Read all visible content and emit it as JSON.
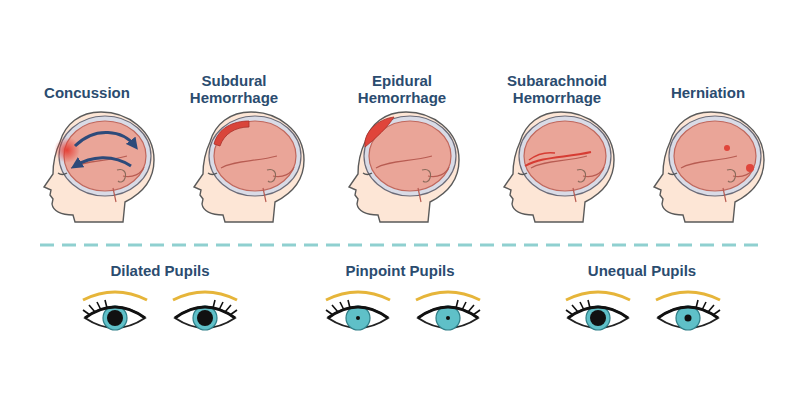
{
  "diagram": {
    "labels": [
      "Concussion",
      "Subdural Hemorrhage",
      "Epidural Hemorrhage",
      "Subarachnoid Hemorrhage",
      "Herniation",
      "Dilated Pupils",
      "Pinpoint Pupils",
      "Unequal Pupils"
    ]
  }
}
